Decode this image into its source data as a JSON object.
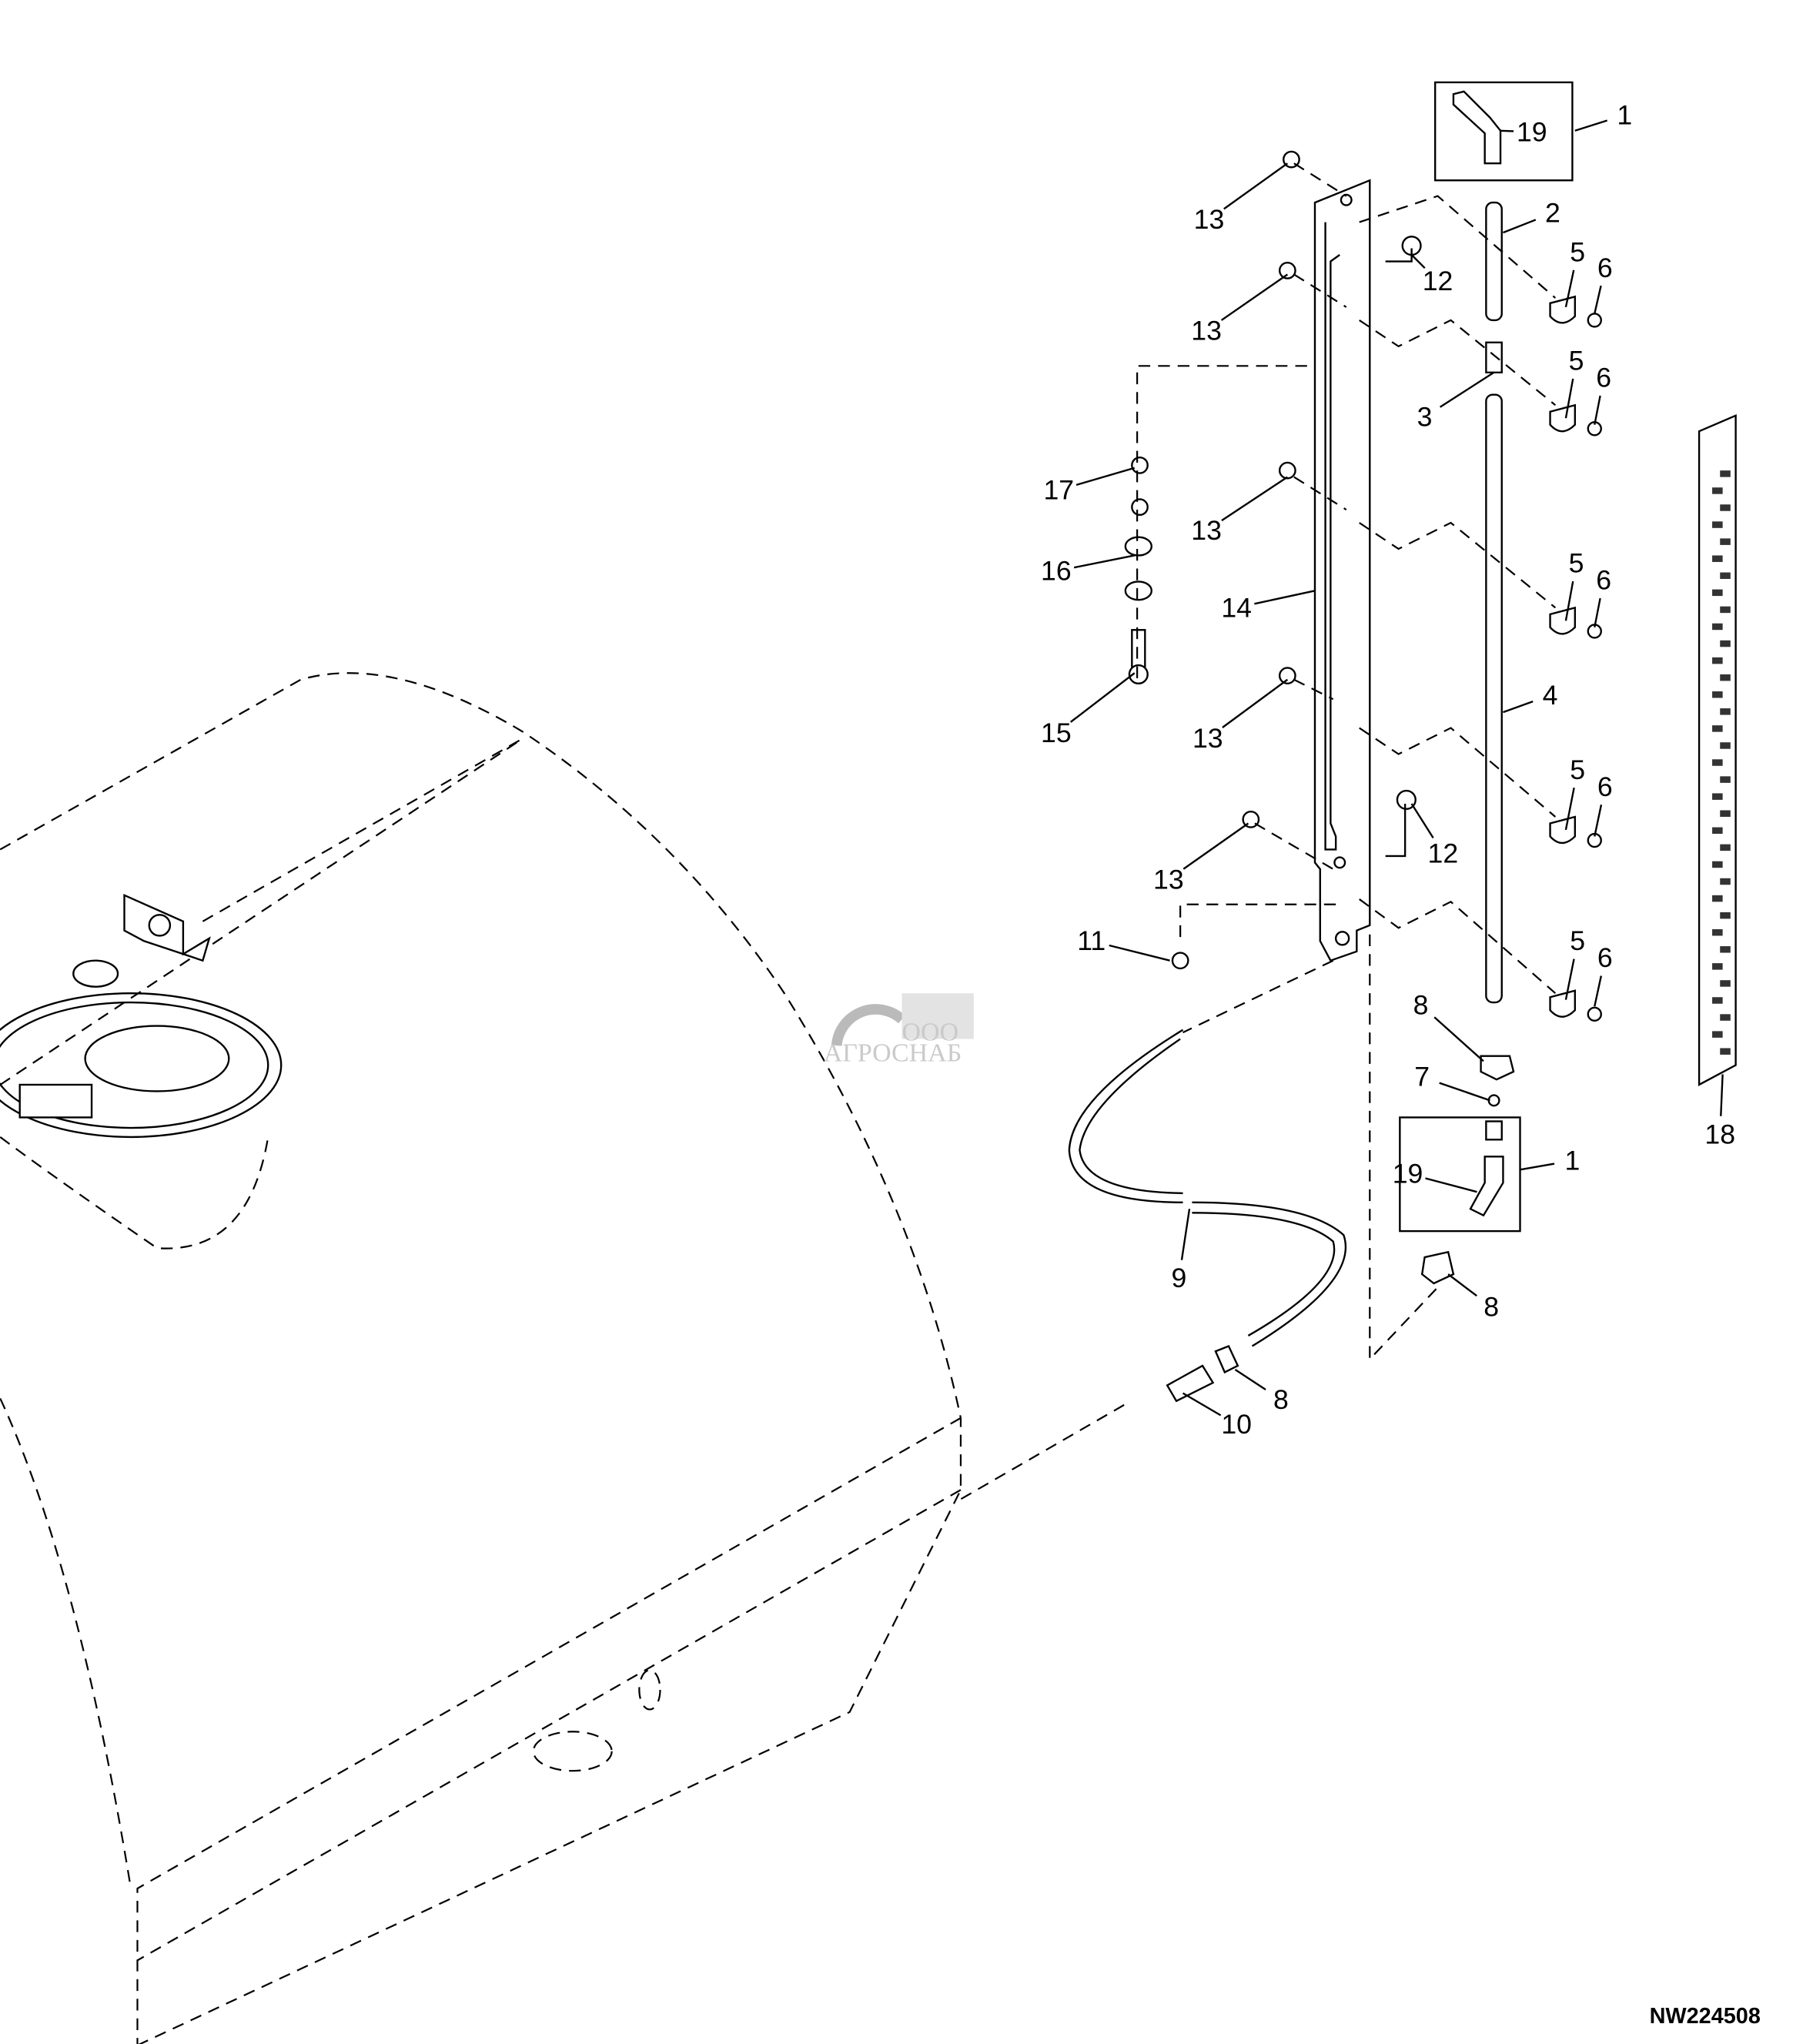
{
  "diagram": {
    "figure_id": "NW224508",
    "watermark": {
      "prefix": "ООО",
      "name": "АГРОСНАБ"
    },
    "callouts": [
      "1",
      "19",
      "2",
      "13",
      "12",
      "5",
      "6",
      "13",
      "5",
      "6",
      "3",
      "17",
      "13",
      "16",
      "5",
      "6",
      "14",
      "4",
      "15",
      "13",
      "5",
      "6",
      "12",
      "13",
      "11",
      "5",
      "6",
      "8",
      "7",
      "18",
      "1",
      "19",
      "9",
      "8",
      "8",
      "10"
    ],
    "colors": {
      "line": "#000000",
      "background": "#ffffff",
      "watermark": "#bdbdbd"
    }
  }
}
